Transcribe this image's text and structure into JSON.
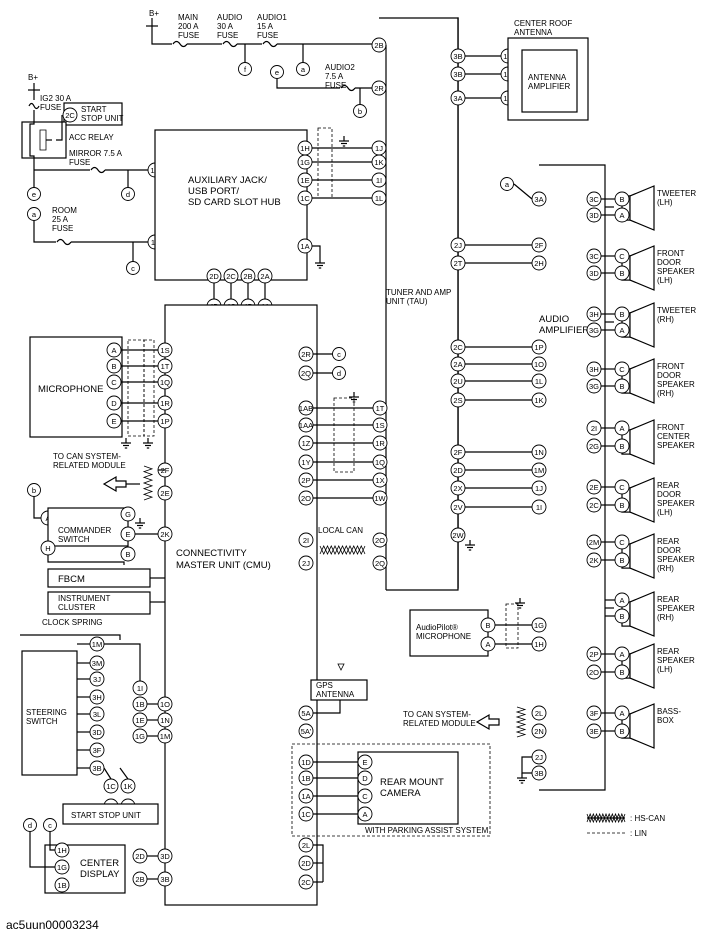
{
  "labels": {
    "b_plus_top": "B+",
    "b_plus_left": "B+",
    "main_fuse": "MAIN\n200 A\nFUSE",
    "audio_fuse": "AUDIO\n30 A\nFUSE",
    "audio1_fuse": "AUDIO1\n15 A\nFUSE",
    "audio2_fuse": "AUDIO2\n7.5 A\nFUSE",
    "ig2_fuse": "IG2 30 A\nFUSE",
    "start_stop_small": "START\nSTOP UNIT",
    "acc_relay": "ACC RELAY",
    "mirror_fuse": "MIRROR 7.5 A\nFUSE",
    "room_fuse": "ROOM\n25 A\nFUSE",
    "aux_hub": "AUXILIARY JACK/\nUSB PORT/\nSD CARD SLOT HUB",
    "center_roof_antenna": "CENTER ROOF\nANTENNA",
    "antenna_amplifier": "ANTENNA\nAMPLIFIER",
    "tuner_amp": "TUNER AND AMP\nUNIT (TAU)",
    "audio_amplifier": "AUDIO\nAMPLIFIER",
    "microphone": "MICROPHONE",
    "to_can_upper": "TO CAN SYSTEM-\nRELATED MODULE",
    "commander_switch": "COMMANDER\nSWITCH",
    "fbcm": "FBCM",
    "instrument_cluster": "INSTRUMENT\nCLUSTER",
    "clock_spring": "CLOCK SPRING",
    "steering_switch": "STEERING\nSWITCH",
    "start_stop_unit": "START STOP UNIT",
    "center_display": "CENTER\nDISPLAY",
    "cmu": "CONNECTIVITY\nMASTER UNIT (CMU)",
    "local_can": "LOCAL CAN",
    "gps_antenna": "GPS\nANTENNA",
    "rear_mount_camera": "REAR MOUNT\nCAMERA",
    "with_parking": "WITH PARKING ASSIST SYSTEM",
    "audiopilot_mic": "AudioPilot®\nMICROPHONE",
    "to_can_lower": "TO CAN SYSTEM-\nRELATED MODULE",
    "tweeter_lh": "TWEETER\n(LH)",
    "front_door_lh": "FRONT\nDOOR\nSPEAKER\n(LH)",
    "tweeter_rh": "TWEETER\n(RH)",
    "front_door_rh": "FRONT\nDOOR\nSPEAKER\n(RH)",
    "front_center": "FRONT\nCENTER\nSPEAKER",
    "rear_door_lh": "REAR\nDOOR\nSPEAKER\n(LH)",
    "rear_door_rh": "REAR\nDOOR\nSPEAKER\n(RH)",
    "rear_speaker_rh": "REAR\nSPEAKER\n(RH)",
    "rear_speaker_lh": "REAR\nSPEAKER\n(LH)",
    "bass_box": "BASS-\nBOX",
    "legend_hscan": ": HS-CAN",
    "legend_lin": ": LIN"
  },
  "footer": {
    "code": "ac5uun00003234"
  }
}
